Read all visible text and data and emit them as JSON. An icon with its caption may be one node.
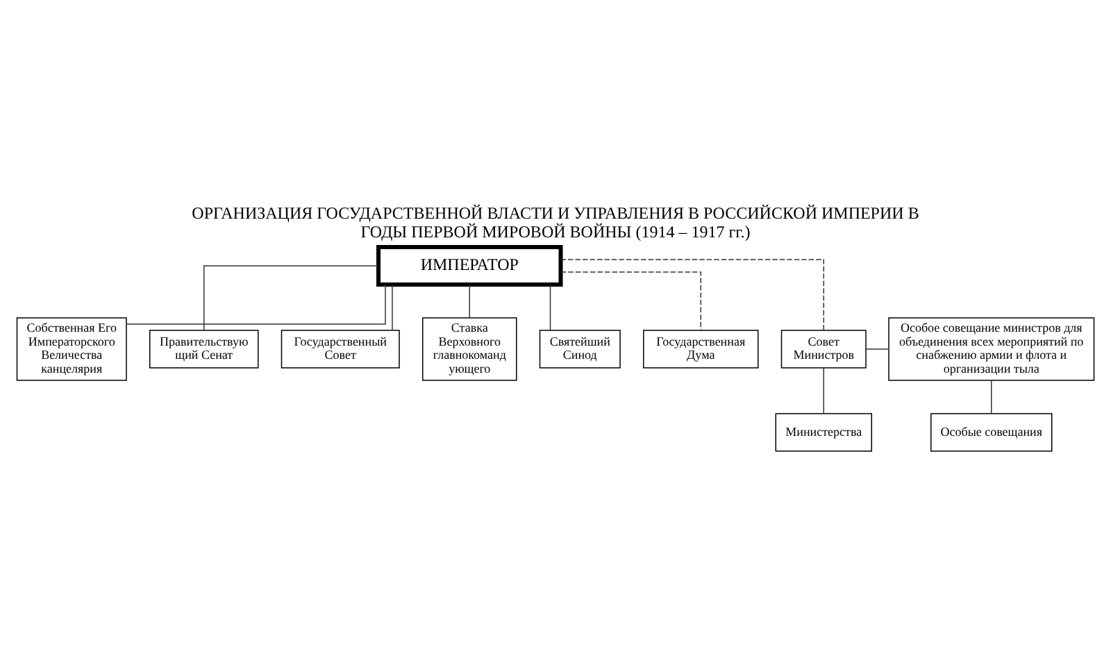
{
  "diagram": {
    "title": "ОРГАНИЗАЦИЯ ГОСУДАРСТВЕННОЙ ВЛАСТИ И УПРАВЛЕНИЯ В РОССИЙСКОЙ ИМПЕРИИ В ГОДЫ ПЕРВОЙ МИРОВОЙ ВОЙНЫ (1914 – 1917 гг.)",
    "nodes": [
      {
        "text": [
          "ИМПЕРАТОР"
        ]
      },
      {
        "text": [
          "Собственная Его Императорского Величества канцелярия"
        ]
      },
      {
        "text": [
          "Правительствую щий Сенат"
        ]
      },
      {
        "text": [
          "Государственный Совет"
        ]
      },
      {
        "text": [
          "Ставка Верховного главнокоманд ующего"
        ]
      },
      {
        "text": [
          "Святейший Синод"
        ]
      },
      {
        "text": [
          "Государственная Дума"
        ]
      },
      {
        "text": [
          "Совет Министров"
        ]
      },
      {
        "text": [
          "Особое совещание министров для объединения всех мероприятий по снабжению армии и флота и организации тыла"
        ]
      },
      {
        "text": [
          "Особые совещания"
        ]
      },
      {
        "text": [
          "Министерства"
        ]
      }
    ],
    "edges": [
      {
        "from": 0,
        "to": 1,
        "arrow": "none"
      },
      {
        "from": 0,
        "to": 2,
        "arrow": "none"
      },
      {
        "from": 0,
        "to": 3,
        "arrow": "none"
      },
      {
        "from": 0,
        "to": 4,
        "arrow": "none"
      },
      {
        "from": 0,
        "to": 5,
        "arrow": "none"
      },
      {
        "from": 0,
        "to": 6,
        "arrow": "none",
        "style": "dashed"
      },
      {
        "from": 0,
        "to": 7,
        "arrow": "none",
        "style": "dashed"
      },
      {
        "from": 7,
        "to": 8,
        "arrow": "none"
      },
      {
        "from": 8,
        "to": 9,
        "arrow": "none"
      },
      {
        "from": 7,
        "to": 10,
        "arrow": "none"
      }
    ]
  }
}
